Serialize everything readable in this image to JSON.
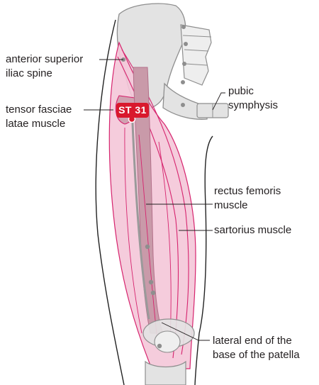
{
  "point": {
    "code": "ST 31",
    "color": "#d9182d"
  },
  "labels": {
    "asis_line1": "anterior superior",
    "asis_line2": "iliac spine",
    "tfl_line1": "tensor fasciae",
    "tfl_line2": "latae muscle",
    "pubic_line1": "pubic",
    "pubic_line2": "symphysis",
    "rectus_line1": "rectus femoris",
    "rectus_line2": "muscle",
    "sartorius": "sartorius muscle",
    "patella_line1": "lateral end of the",
    "patella_line2": "base of the patella"
  },
  "colors": {
    "muscle_fill": "#f4c6d8",
    "muscle_line": "#d6246e",
    "rectus_fill": "#c99aa9",
    "bone_fill": "#e3e3e3",
    "bone_line": "#8e8e8e",
    "text": "#231f20"
  }
}
